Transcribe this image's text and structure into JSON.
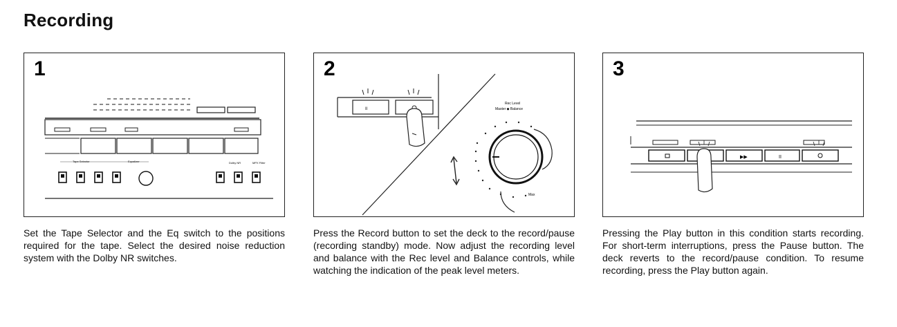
{
  "title": "Recording",
  "steps": [
    {
      "number": "1",
      "caption": "Set the Tape Selector and the Eq switch to the positions required for the tape. Select the desired noise reduction system with the Dolby NR switches.",
      "labels": {
        "tape_selector": "Tape Selector",
        "equalizer": "Equalizer",
        "dolby_nr": "Dolby NR",
        "mpx_filter": "MPX Filter"
      }
    },
    {
      "number": "2",
      "caption": "Press the Record button to set the deck to the record/pause (recording standby) mode. Now adjust the recording level and balance with the Rec level and Balance controls, while watching the indication of the peak level meters.",
      "labels": {
        "rec_level": "Rec Level",
        "master_balance": "Master ◆ Balance",
        "max": "Max"
      }
    },
    {
      "number": "3",
      "caption": "Pressing the Play button in this condition starts recording. For short-term interruptions, press the Pause button. The deck reverts to the record/pause condition. To resume recording, press the Play button again."
    }
  ]
}
